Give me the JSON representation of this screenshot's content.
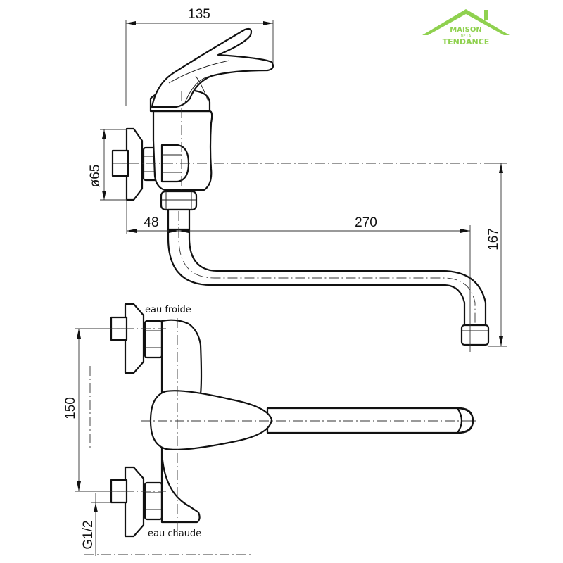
{
  "logo": {
    "line1": "MAISON",
    "line2": "DE LA",
    "line3": "TENDANCE",
    "color": "#8fd14f"
  },
  "dimensions": {
    "width_top": "135",
    "diameter": "ø65",
    "offset": "48",
    "spout_length": "270",
    "height": "167",
    "inlet_spacing": "150",
    "thread": "G1/2"
  },
  "labels": {
    "cold_water": "eau froide",
    "hot_water": "eau chaude"
  },
  "colors": {
    "line": "#111111",
    "background": "#ffffff"
  }
}
